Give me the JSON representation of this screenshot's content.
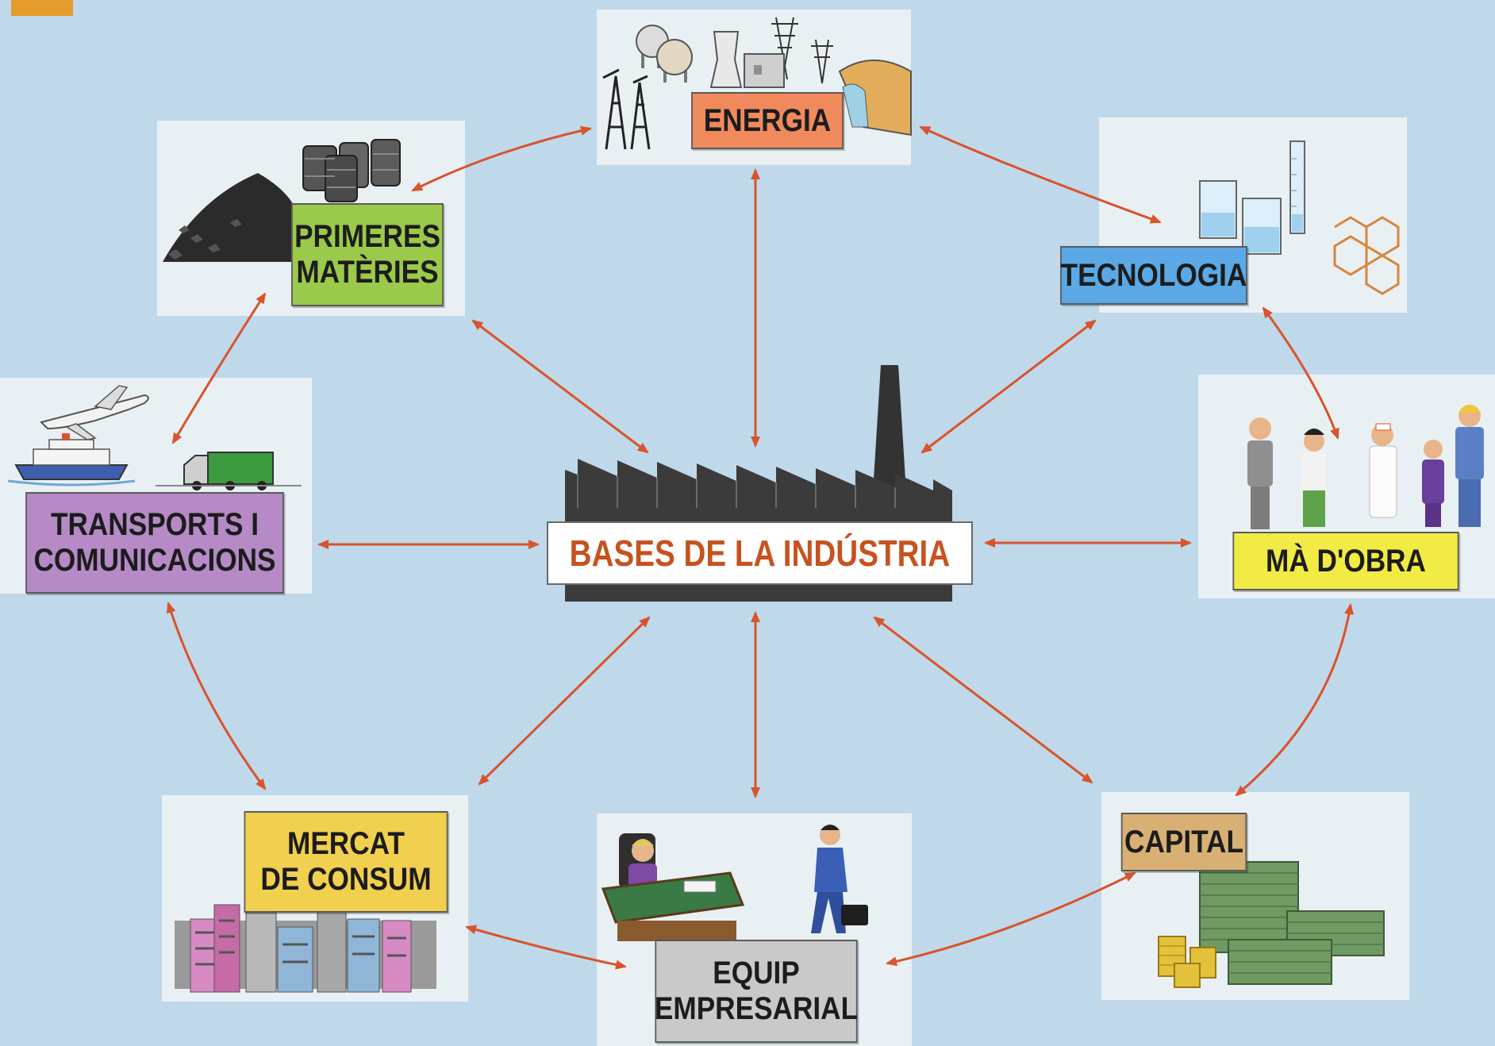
{
  "center": {
    "label": "BASES DE LA INDÚSTRIA"
  },
  "nodes": {
    "energia": {
      "label": "ENERGIA",
      "color": "#f08a5d"
    },
    "primeres_materies": {
      "label": "PRIMERES\nMATÈRIES",
      "color": "#9bc94b"
    },
    "tecnologia": {
      "label": "TECNOLOGIA",
      "color": "#5aa9e6"
    },
    "transports": {
      "label": "TRANSPORTS I\nCOMUNICACIONS",
      "color": "#b58ac6"
    },
    "ma_obra": {
      "label": "MÀ D'OBRA",
      "color": "#f2ea45"
    },
    "mercat": {
      "label": "MERCAT\nDE CONSUM",
      "color": "#f1cf4f"
    },
    "equip": {
      "label": "EQUIP\nEMPRESARIAL",
      "color": "#c9c9c9"
    },
    "capital": {
      "label": "CAPITAL",
      "color": "#d9b074"
    }
  },
  "colors": {
    "arrow": "#d9532b",
    "background": "#bfd8ea",
    "center_text": "#c6531f"
  },
  "icons": [
    "oil-tank-icon",
    "cooling-tower-icon",
    "power-pylon-icon",
    "oil-derrick-icon",
    "dam-icon",
    "barrel-icon",
    "coal-pile-icon",
    "beaker-icon",
    "graduated-cylinder-icon",
    "molecule-icon",
    "airplane-icon",
    "ship-icon",
    "truck-icon",
    "worker-icon",
    "building-icon",
    "desk-icon",
    "businessman-icon",
    "banknote-stack-icon",
    "coin-stack-icon",
    "factory-icon"
  ]
}
